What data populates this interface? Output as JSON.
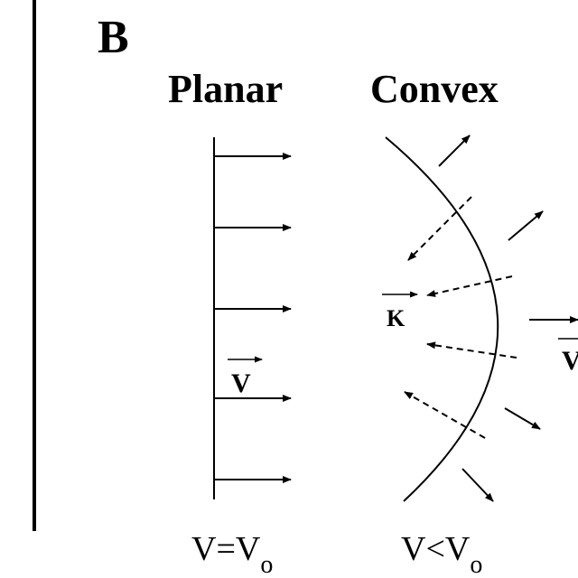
{
  "panel_label": "B",
  "columns": [
    {
      "title": "Planar",
      "condition_main": "V=V",
      "condition_sub": "o"
    },
    {
      "title": "Convex",
      "condition_main": "V<V",
      "condition_sub": "o"
    }
  ],
  "vector_labels": {
    "velocity": "V",
    "curvature": "K",
    "velocity_clipped": "V"
  }
}
